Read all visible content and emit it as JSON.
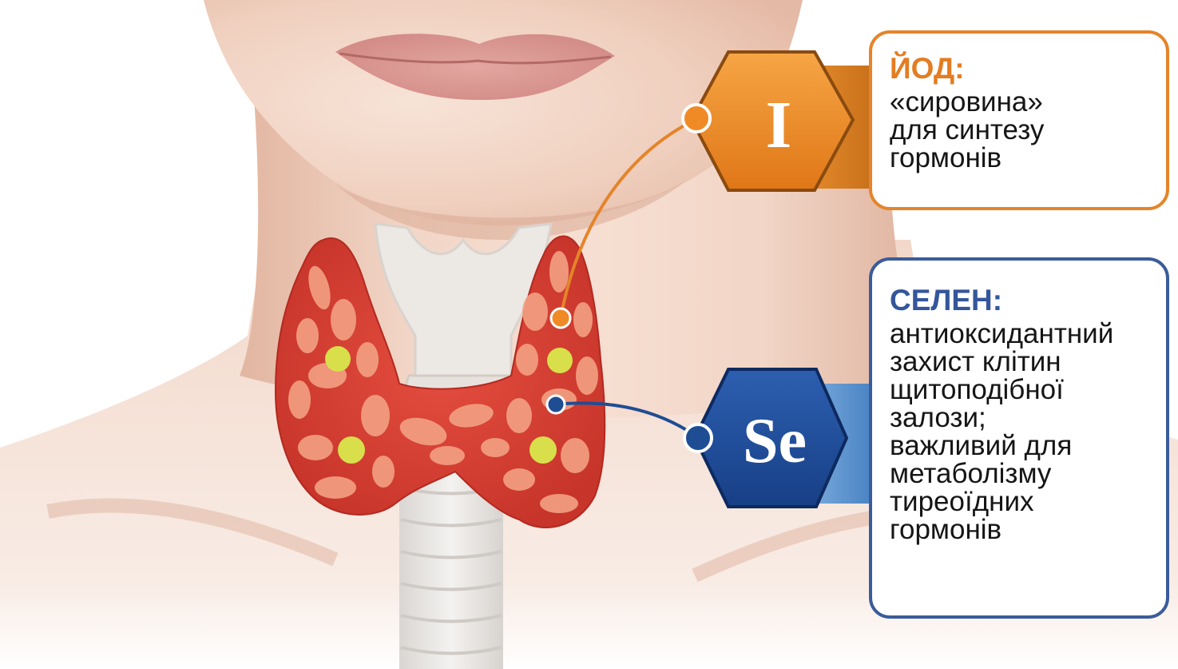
{
  "iodine": {
    "symbol": "I",
    "title": "ЙОД:",
    "description": "«сировина»\nдля синтезу\nгормонів",
    "color": "#e5842a"
  },
  "selenium": {
    "symbol": "Se",
    "title": "СЕЛЕН:",
    "description": "антиоксидантний\nзахист клітин\nщитоподібної\nзалози;\nважливий для\nметаболізму\nтиреоїдних\nгормонів",
    "color": "#2e5aa6"
  },
  "colors": {
    "skin": "#f1d4c4",
    "gland": "#d73b2f",
    "follicle": "#f3a083",
    "nodule": "#d8df4a",
    "cartilage": "#ece8e4"
  }
}
